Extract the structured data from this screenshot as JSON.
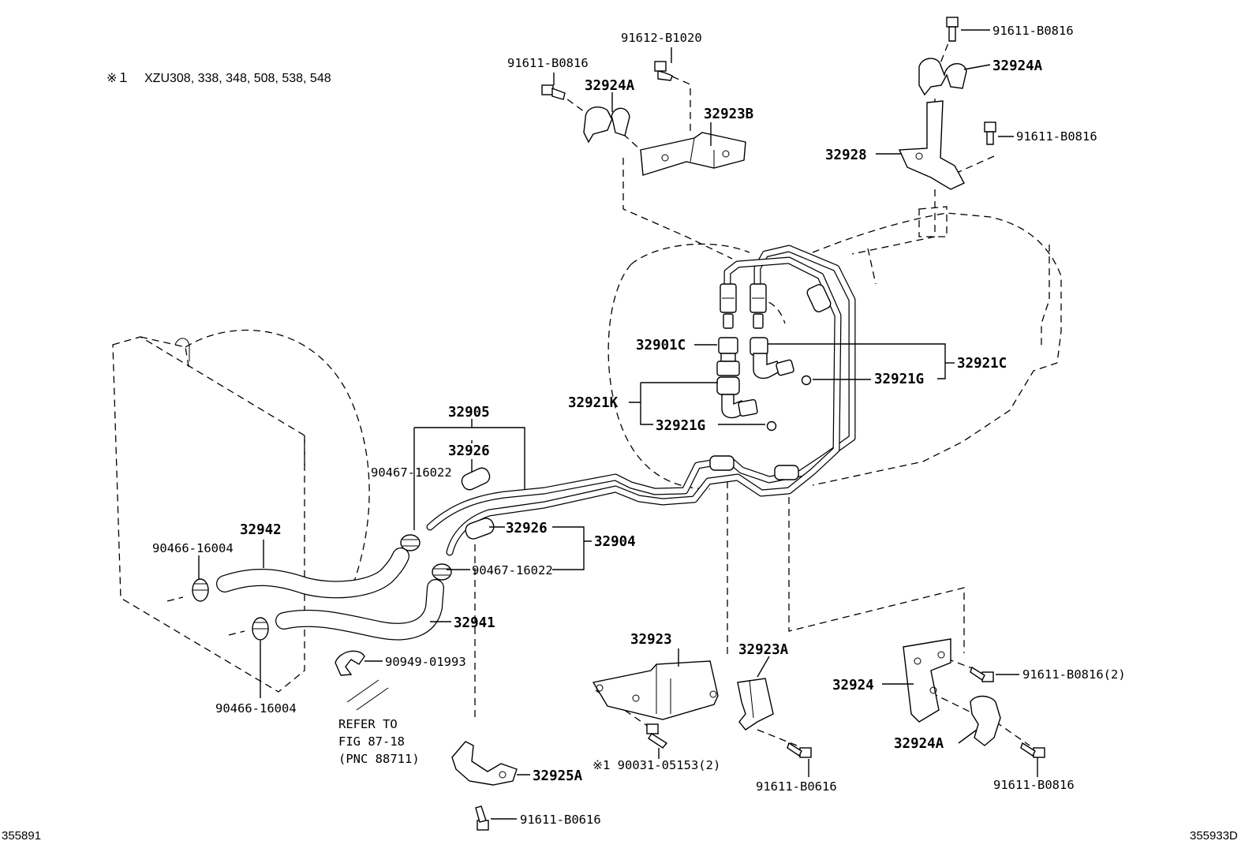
{
  "note": {
    "marker": "※１",
    "models": "XZU308, 338, 348, 508, 538, 548"
  },
  "labels": {
    "p_91612_B1020": "91612-B1020",
    "p_91611_B0816_tl": "91611-B0816",
    "p_32924A_top": "32924A",
    "p_32923B": "32923B",
    "p_91611_B0816_tr1": "91611-B0816",
    "p_32924A_tr": "32924A",
    "p_91611_B0816_tr2": "91611-B0816",
    "p_32928": "32928",
    "p_32901C": "32901C",
    "p_32921C": "32921C",
    "p_32921G_r": "32921G",
    "p_32921K": "32921K",
    "p_32921G_l": "32921G",
    "p_32905": "32905",
    "p_32926_top": "32926",
    "p_90467_16022_top": "90467-16022",
    "p_32942": "32942",
    "p_90466_16004_top": "90466-16004",
    "p_32926_mid": "32926",
    "p_32904": "32904",
    "p_90467_16022_mid": "90467-16022",
    "p_32941": "32941",
    "p_90949_01993": "90949-01993",
    "p_90466_16004_bot": "90466-16004",
    "refer_1": "REFER TO",
    "refer_2": "FIG 87-18",
    "refer_3": "(PNC 88711)",
    "p_32923": "32923",
    "p_32923A": "32923A",
    "p_32924": "32924",
    "p_91611_B0816_2": "91611-B0816(2)",
    "p_32924A_br": "32924A",
    "p_91611_B0816_br": "91611-B0816",
    "p_90031_05153": "※1 90031-05153(2)",
    "p_91611_B0616_mid": "91611-B0616",
    "p_32925A": "32925A",
    "p_91611_B0616_bot": "91611-B0616"
  },
  "codes": {
    "left": "355891",
    "right": "355933D"
  }
}
